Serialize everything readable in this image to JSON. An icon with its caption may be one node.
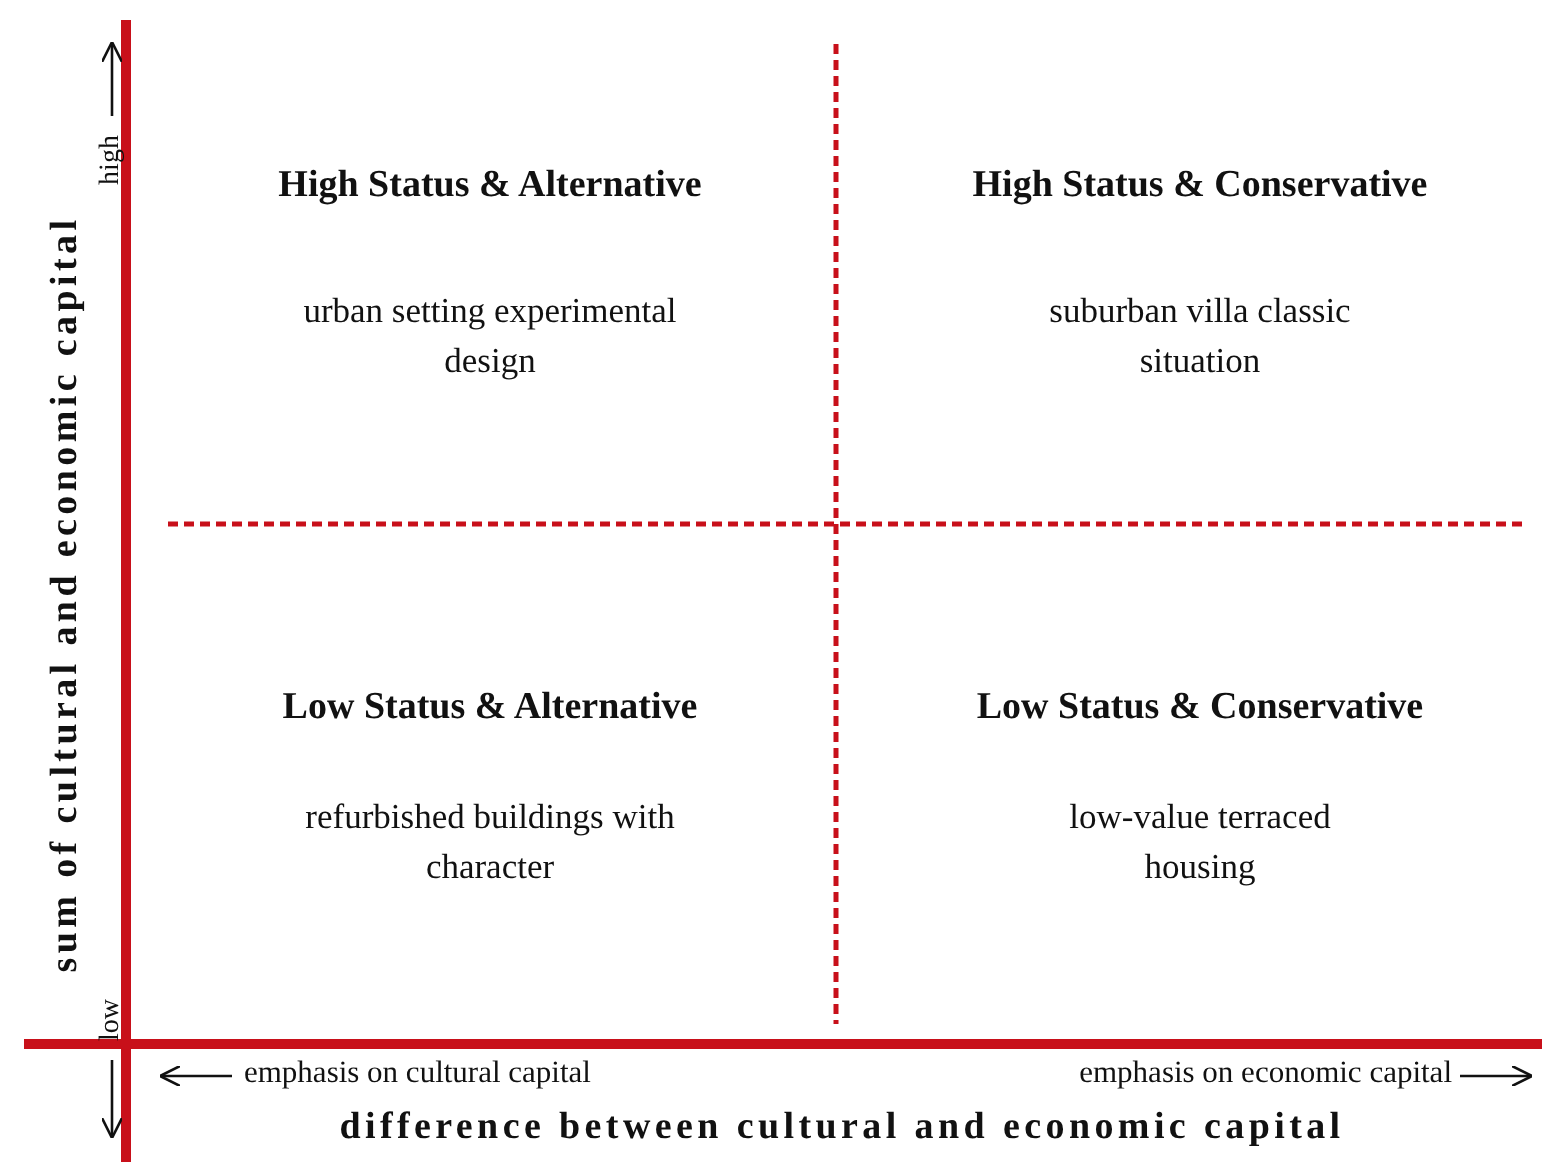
{
  "diagram": {
    "labels": [
      "High Status & Alternative",
      "High Status & Conservative",
      "urban setting experimental design",
      "suburban villa classic situation",
      "Low Status & Alternative",
      "Low Status & Conservative",
      "refurbished buildings with character",
      "low-value terraced housing",
      "sum of cultural and economic capital",
      "high",
      "low",
      "emphasis on cultural capital",
      "emphasis on economic capital",
      "difference between cultural and economic capital"
    ]
  }
}
